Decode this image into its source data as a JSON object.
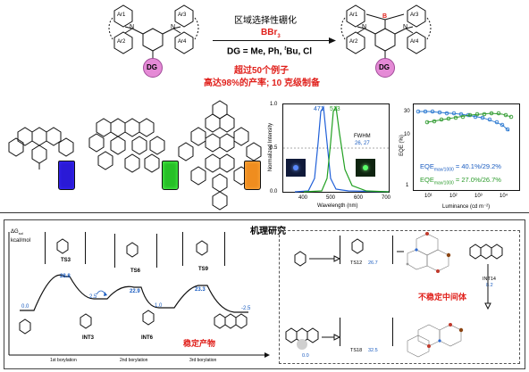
{
  "top": {
    "conditions_line1": "区域选择性硼化",
    "reagent": "BBr",
    "reagent_sub": "3",
    "dg_list": "DG = Me, Ph, ",
    "dg_list_sup": "t",
    "dg_list_rest": "Bu, Cl",
    "scope": "超过50个例子",
    "yield_scale": "高达98%的产率; 10 克级制备",
    "dg_label": "DG",
    "ar_labels": [
      "Ar1",
      "Ar2",
      "Ar3",
      "Ar4"
    ],
    "boron_label": "B",
    "n_label": "N"
  },
  "spectrum": {
    "ylabel": "Normalized Intensity",
    "xlabel": "Wavelength (nm)",
    "peak_blue": "471",
    "peak_green": "513",
    "fwhm_label": "FWHM",
    "fwhm_values": "26, 27",
    "xticks": [
      "400",
      "500",
      "600",
      "700"
    ],
    "yticks": [
      "0.0",
      "0.5",
      "1.0"
    ]
  },
  "eqe": {
    "ylabel": "EQE (%)",
    "xlabel": "Luminance (cd m⁻²)",
    "xticks": [
      "10¹",
      "10²",
      "10³",
      "10⁴"
    ],
    "yticks": [
      "1",
      "10",
      "30"
    ],
    "label_blue": "EQE",
    "label_blue_sub": "max/1000",
    "label_blue_val": " = 40.1%/29.2%",
    "label_green": "EQE",
    "label_green_sub": "max/1000",
    "label_green_val": " = 27.0%/26.7%"
  },
  "mechanism": {
    "title": "机理研究",
    "axis_label_line1": "ΔG",
    "axis_label_sub": "sol",
    "axis_label_line2": "kcal/mol",
    "ts_labels": [
      "TS3",
      "TS6",
      "TS9"
    ],
    "ts_values": [
      "28.8",
      "22.9",
      "23.3"
    ],
    "int_labels": [
      "INT3",
      "INT6"
    ],
    "int_values": [
      "2.5",
      "1.0",
      "-2.5",
      "0.0"
    ],
    "borylation_labels": [
      "1st borylation",
      "2nd borylation",
      "3rd borylation"
    ],
    "stable_product": "稳定产物",
    "unstable_intermediate": "不稳定中间体",
    "ts12_label": "TS12",
    "ts12_value": "26.7",
    "ts18_label": "TS18",
    "ts18_value": "32.5",
    "int14_label": "INT14",
    "int14_value": "8.2",
    "right_start_value": "0.0"
  }
}
